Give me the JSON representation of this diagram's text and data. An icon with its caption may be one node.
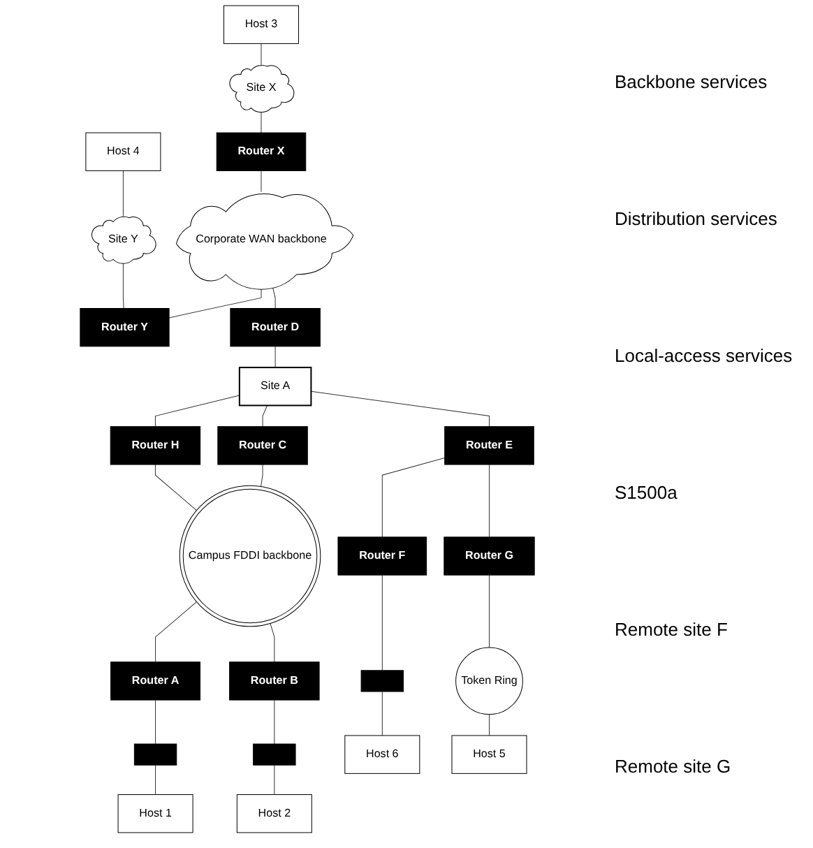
{
  "diagram": {
    "nodes": [
      {
        "text": [
          "Host 3"
        ]
      },
      {
        "text": [
          "Site X"
        ]
      },
      {
        "text": [
          "Host 4"
        ]
      },
      {
        "text": [
          "Site Y"
        ]
      },
      {
        "text": [
          "Router X"
        ]
      },
      {
        "text": [
          "Corporate WAN backbone"
        ]
      },
      {
        "text": [
          "Router Y"
        ]
      },
      {
        "text": [
          "Router D"
        ]
      },
      {
        "text": [
          "Site A"
        ]
      },
      {
        "text": [
          "Router E"
        ]
      },
      {
        "text": [
          "Router H"
        ]
      },
      {
        "text": [
          "Router C"
        ]
      },
      {
        "text": [
          "Campus FDDI backbone"
        ]
      },
      {
        "text": [
          "Router F"
        ]
      },
      {
        "text": [
          "Router G"
        ]
      },
      {
        "text": [
          "Router A"
        ]
      },
      {
        "text": [
          "Router B"
        ]
      },
      {
        "text": [],
        "shape": "bar"
      },
      {
        "text": [
          "Token Ring"
        ]
      },
      {
        "text": [],
        "shape": "bar"
      },
      {
        "text": [],
        "shape": "bar"
      },
      {
        "text": [
          "Host 6"
        ]
      },
      {
        "text": [
          "Host 5"
        ]
      },
      {
        "text": [
          "Host 1"
        ]
      },
      {
        "text": [
          "Host 2"
        ]
      }
    ],
    "edges": [
      {
        "from": 0,
        "to": 1,
        "arrow": "none"
      },
      {
        "from": 2,
        "to": 3,
        "arrow": "none"
      },
      {
        "from": 1,
        "to": 4,
        "arrow": "none"
      },
      {
        "from": 3,
        "to": 6,
        "arrow": "none"
      },
      {
        "from": 4,
        "to": 5,
        "arrow": "none"
      },
      {
        "from": 5,
        "to": 6,
        "arrow": "none"
      },
      {
        "from": 5,
        "to": 7,
        "arrow": "none"
      },
      {
        "from": 7,
        "to": 8,
        "arrow": "none"
      },
      {
        "from": 8,
        "to": 9,
        "arrow": "none"
      },
      {
        "from": 8,
        "to": 10,
        "arrow": "none"
      },
      {
        "from": 8,
        "to": 11,
        "arrow": "none"
      },
      {
        "from": 10,
        "to": 12,
        "arrow": "none"
      },
      {
        "from": 11,
        "to": 12,
        "arrow": "none"
      },
      {
        "from": 9,
        "to": 13,
        "arrow": "none"
      },
      {
        "from": 9,
        "to": 14,
        "arrow": "none"
      },
      {
        "from": 12,
        "to": 15,
        "arrow": "none"
      },
      {
        "from": 12,
        "to": 16,
        "arrow": "none"
      },
      {
        "from": 13,
        "to": 17,
        "arrow": "none"
      },
      {
        "from": 14,
        "to": 18,
        "arrow": "none"
      },
      {
        "from": 15,
        "to": 19,
        "arrow": "none"
      },
      {
        "from": 16,
        "to": 20,
        "arrow": "none"
      },
      {
        "from": 17,
        "to": 21,
        "arrow": "none"
      },
      {
        "from": 18,
        "to": 22,
        "arrow": "none"
      },
      {
        "from": 19,
        "to": 23,
        "arrow": "none"
      },
      {
        "from": 20,
        "to": 24,
        "arrow": "none"
      }
    ],
    "labels": [
      "Backbone services",
      "Distribution services",
      "Local-access services",
      "S1500a",
      "Remote site F",
      "Remote site G"
    ]
  }
}
